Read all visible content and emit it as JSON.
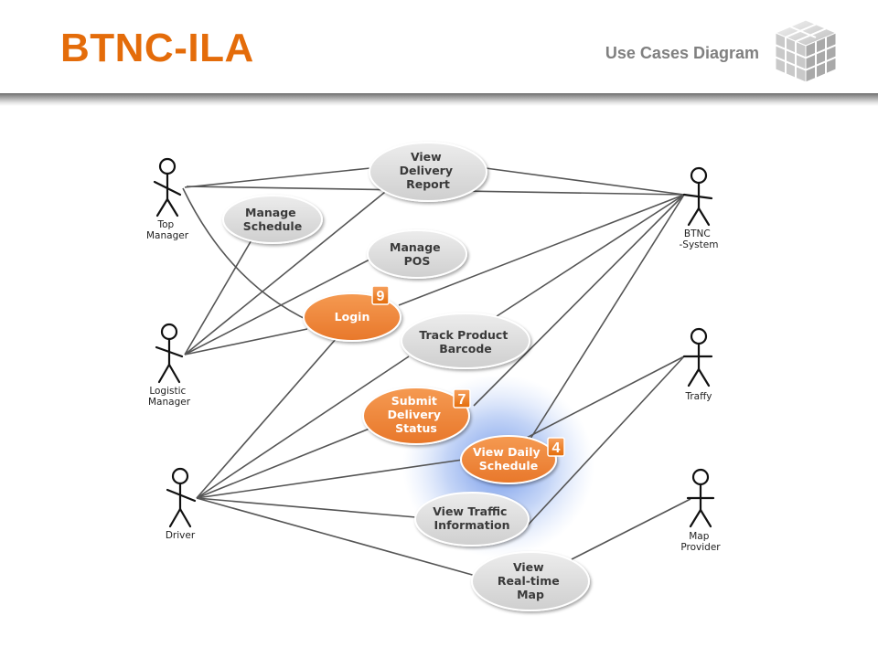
{
  "header": {
    "title": "BTNC-ILA",
    "subtitle": "Use Cases Diagram",
    "logo_icon": "grey-cube-grid-logo"
  },
  "colors": {
    "accent": "#e46c0a",
    "usecase_fill": "#d9d9d9",
    "highlight_fill": "#f08a3c",
    "line": "#555555",
    "glow": "#4a7fe0"
  },
  "actors": {
    "top_manager": "Top\nManager",
    "logistic_manager": "Logistic\nManager",
    "driver": "Driver",
    "btnc_system": "BTNC\n-System",
    "traffy": "Traffy",
    "map_provider": "Map\nProvider"
  },
  "use_cases": {
    "view_delivery_report": "View\nDelivery\nReport",
    "manage_schedule": "Manage\nSchedule",
    "manage_pos": "Manage\nPOS",
    "login": "Login",
    "track_product_barcode": "Track Product\nBarcode",
    "submit_delivery_status": "Submit\nDelivery\nStatus",
    "view_daily_schedule": "View Daily\nSchedule",
    "view_traffic_information": "View Traffic\nInformation",
    "view_realtime_map": "View\nReal-time\nMap"
  },
  "badges": {
    "login": "9",
    "submit_delivery_status": "7",
    "view_daily_schedule": "4"
  }
}
